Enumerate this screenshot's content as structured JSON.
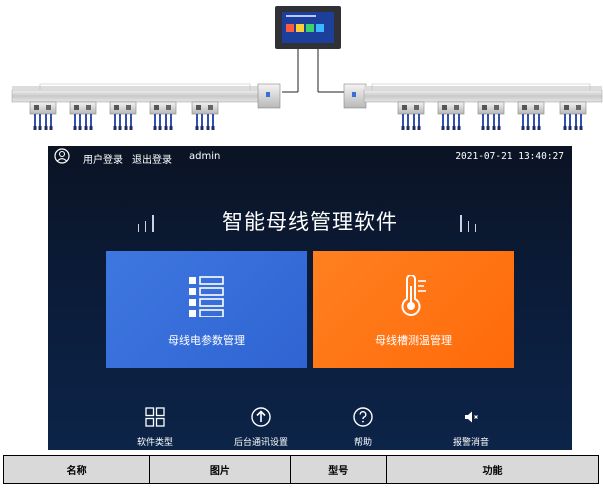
{
  "topbar": {
    "user_login": "用户登录",
    "logout": "退出登录",
    "username": "admin",
    "datetime": "2021-07-21 13:40:27"
  },
  "title": "智能母线管理软件",
  "tiles": [
    {
      "label": "母线电参数管理",
      "icon": "list-icon",
      "color": "#3a70dc"
    },
    {
      "label": "母线槽测温管理",
      "icon": "thermometer-icon",
      "color": "#ff7417"
    }
  ],
  "bottom_nav": [
    {
      "label": "软件类型",
      "icon": "grid-icon"
    },
    {
      "label": "后台通讯设置",
      "icon": "upload-arrow-icon"
    },
    {
      "label": "帮助",
      "icon": "help-icon"
    },
    {
      "label": "报警消音",
      "icon": "mute-speaker-icon"
    }
  ],
  "table_headers": [
    "名称",
    "图片",
    "型号",
    "功能"
  ]
}
